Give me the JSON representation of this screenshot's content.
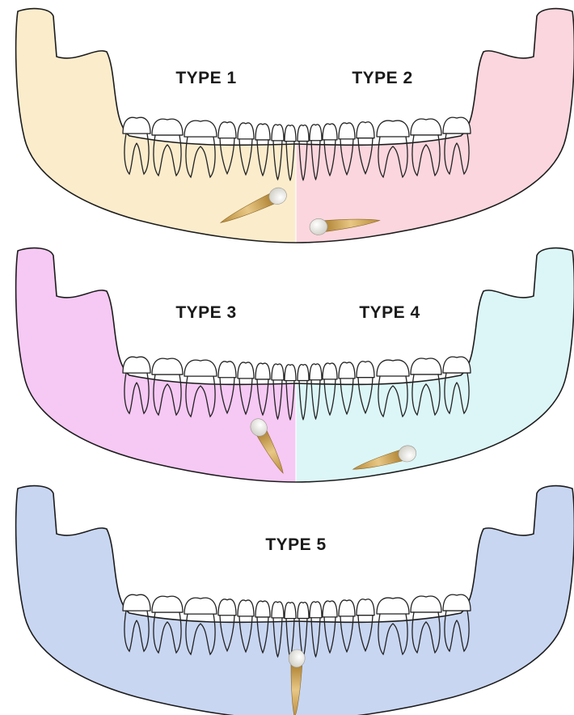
{
  "figure": {
    "panels": [
      {
        "id": "panel-1",
        "halves": [
          {
            "label": "TYPE 1",
            "color": "#fbeccc",
            "impacted_tooth": "canine oblique crossing toward midline"
          },
          {
            "label": "TYPE 2",
            "color": "#fbd6de",
            "impacted_tooth": "canine horizontal near lower border"
          }
        ]
      },
      {
        "id": "panel-2",
        "halves": [
          {
            "label": "TYPE 3",
            "color": "#f6c8f4",
            "impacted_tooth": "canine vertical near midline"
          },
          {
            "label": "TYPE 4",
            "color": "#dcf6f8",
            "impacted_tooth": "canine horizontal near lower border"
          }
        ]
      },
      {
        "id": "panel-3",
        "halves": [
          {
            "label": "TYPE 5",
            "color": "#c8d6f2",
            "impacted_tooth": "canine vertical at midline"
          }
        ]
      }
    ],
    "colors": {
      "outline": "#1c1c1c",
      "tooth_crown": "#f2efe6",
      "tooth_root": "#d9b46a"
    }
  }
}
